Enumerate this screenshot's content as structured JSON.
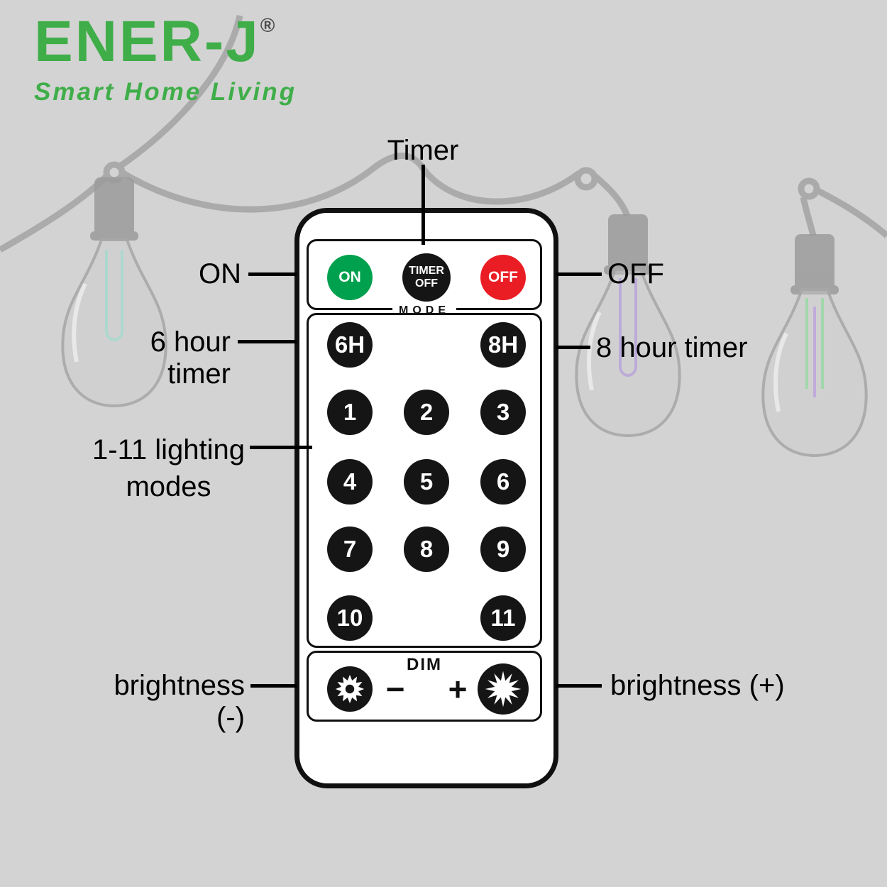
{
  "brand": {
    "logo_text": "ENER-J",
    "registered_mark": "®",
    "tagline": "Smart Home Living",
    "logo_color": "#3fae49"
  },
  "remote": {
    "power_buttons": {
      "on": "ON",
      "timer_off": "TIMER\nOFF",
      "off": "OFF"
    },
    "mode_label": "MODE",
    "timer_buttons": {
      "six_hour": "6H",
      "eight_hour": "8H"
    },
    "mode_buttons": [
      "1",
      "2",
      "3",
      "4",
      "5",
      "6",
      "7",
      "8",
      "9",
      "10",
      "11"
    ],
    "dim": {
      "label": "DIM",
      "minus": "−",
      "plus": "+"
    },
    "icons": {
      "dim_icon": "sun-dim-icon",
      "bright_icon": "sun-bright-icon"
    },
    "colors": {
      "on_green": "#00a14e",
      "off_red": "#ea1c24",
      "button_black": "#151515",
      "body_white": "#ffffff"
    }
  },
  "annotations": {
    "timer": "Timer",
    "on": "ON",
    "off": "OFF",
    "six_hour_timer": "6 hour timer",
    "eight_hour_timer": "8 hour timer",
    "lighting_modes_line1": "1-11 lighting",
    "lighting_modes_line2": "modes",
    "brightness_minus": "brightness (-)",
    "brightness_plus": "brightness (+)"
  },
  "background": {
    "color": "#d3d3d3"
  }
}
